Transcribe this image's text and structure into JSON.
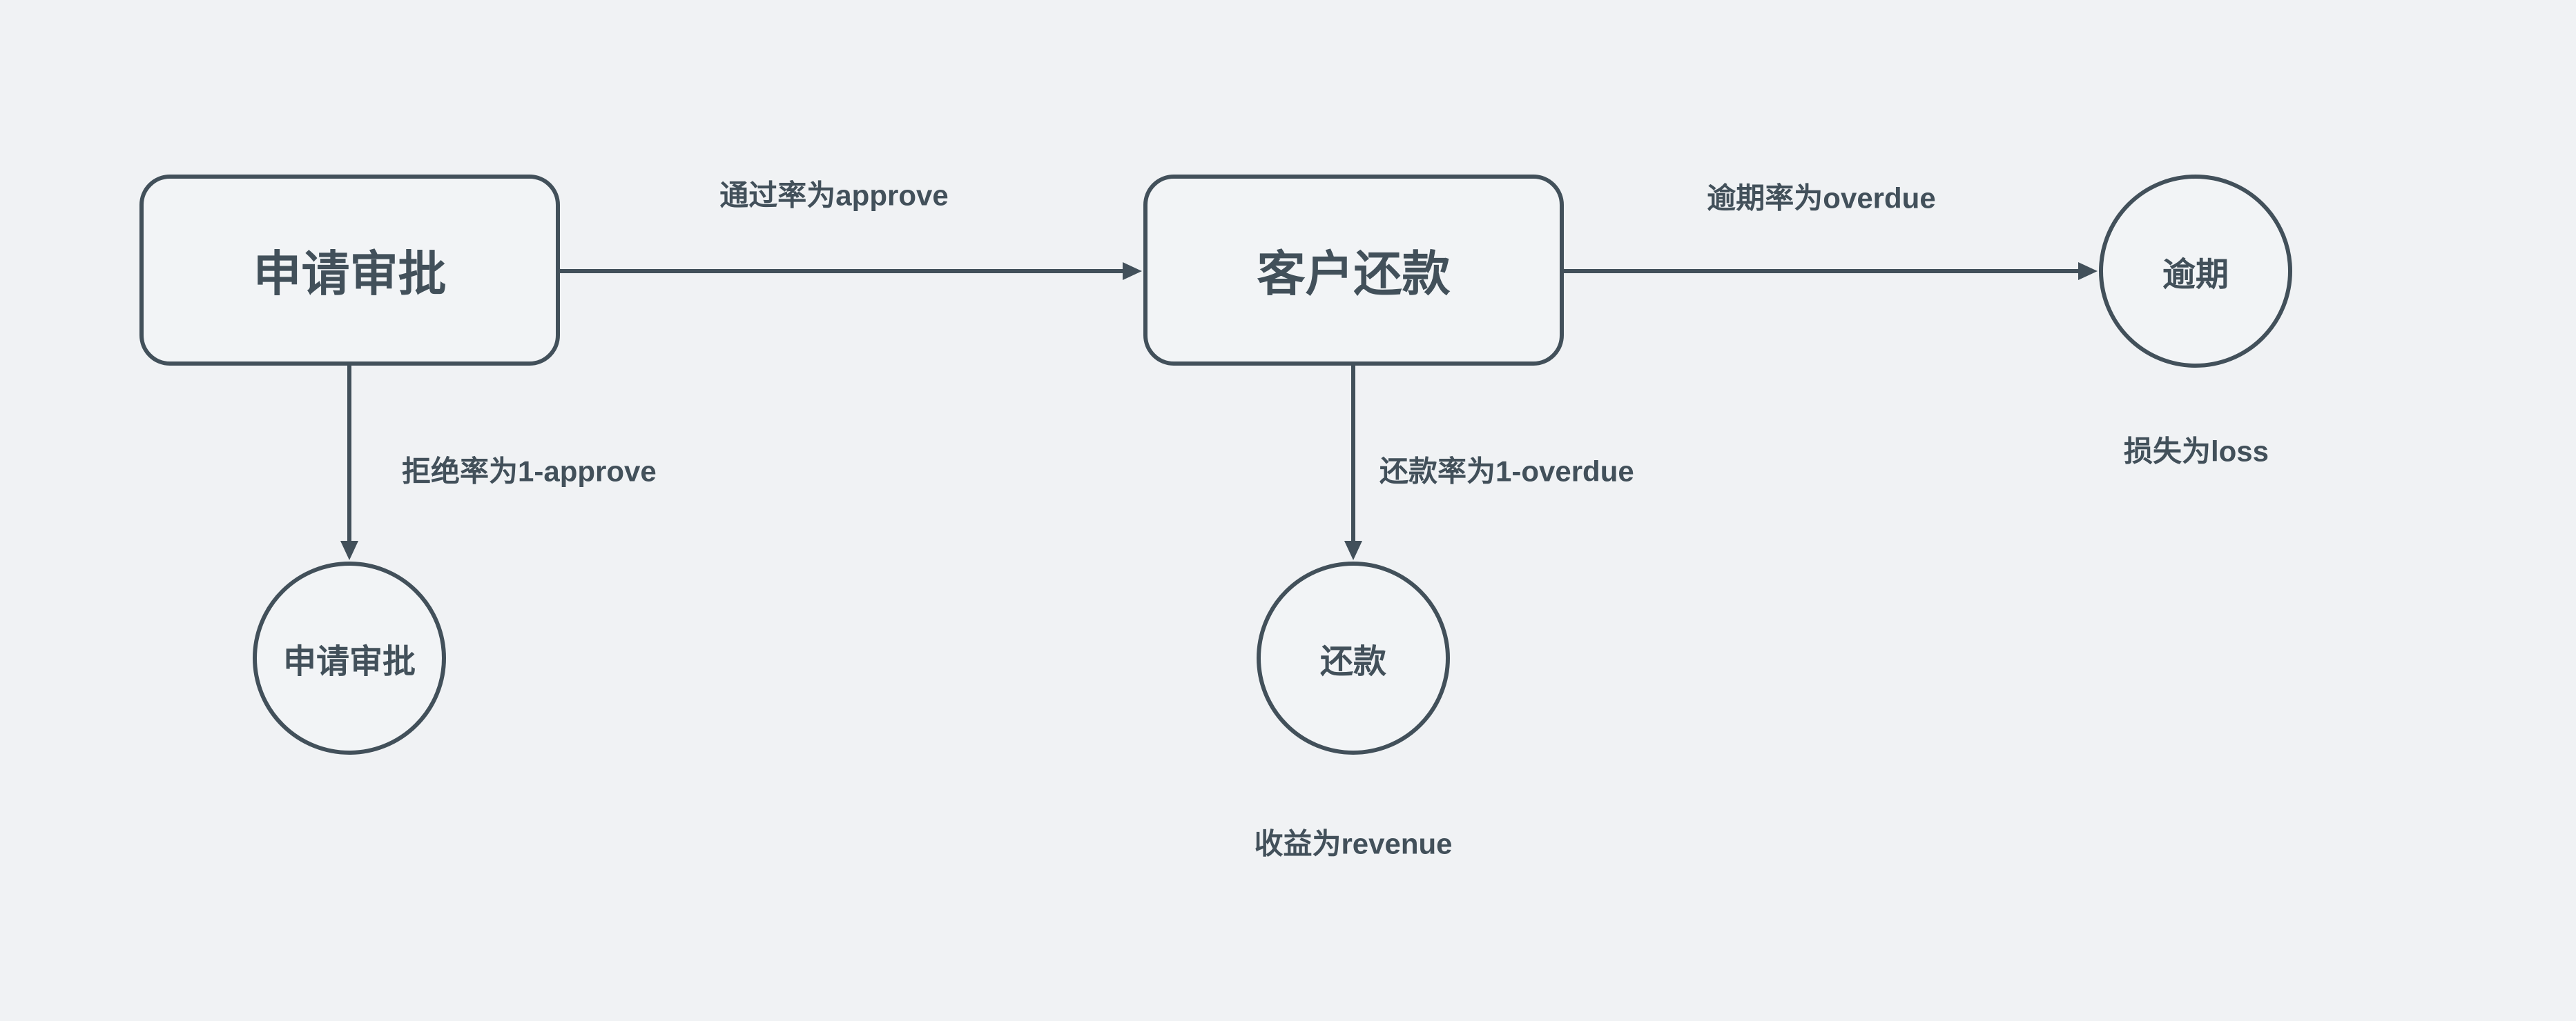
{
  "colors": {
    "background": "#f0f2f4",
    "node_fill": "#f2f4f6",
    "stroke": "#42505a",
    "text": "#42505a"
  },
  "nodes": [
    {
      "id": "approval-process",
      "shape": "rounded-rect",
      "label": "申请审批"
    },
    {
      "id": "repayment-process",
      "shape": "rounded-rect",
      "label": "客户还款"
    },
    {
      "id": "rejected-terminal",
      "shape": "circle",
      "label": "申请审批"
    },
    {
      "id": "repaid-terminal",
      "shape": "circle",
      "label": "还款"
    },
    {
      "id": "overdue-terminal",
      "shape": "circle",
      "label": "逾期"
    }
  ],
  "edges": [
    {
      "id": "approve-edge",
      "label": "通过率为approve"
    },
    {
      "id": "overdue-edge",
      "label": "逾期率为overdue"
    },
    {
      "id": "reject-edge",
      "label": "拒绝率为1-approve"
    },
    {
      "id": "repay-edge",
      "label": "还款率为1-overdue"
    }
  ],
  "annotations": [
    {
      "id": "loss-note",
      "text": "损失为loss"
    },
    {
      "id": "revenue-note",
      "text": "收益为revenue"
    }
  ]
}
